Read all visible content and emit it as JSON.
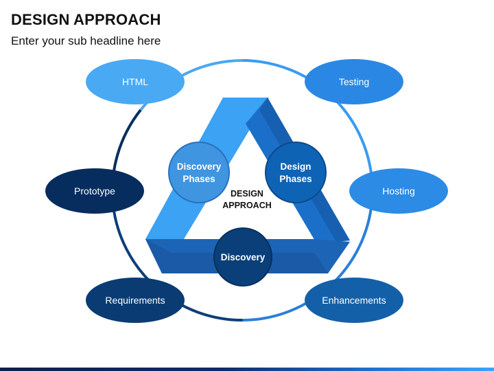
{
  "header": {
    "title": "DESIGN APPROACH",
    "subtitle": "Enter your sub headline here"
  },
  "center": {
    "line1": "DESIGN",
    "line2": "APPROACH"
  },
  "inner_circles": {
    "discovery_phases": {
      "line1": "Discovery",
      "line2": "Phases"
    },
    "design_phases": {
      "line1": "Design",
      "line2": "Phases"
    },
    "discovery": {
      "label": "Discovery"
    }
  },
  "outer_items": {
    "html": "HTML",
    "testing": "Testing",
    "prototype": "Prototype",
    "hosting": "Hosting",
    "requirements": "Requirements",
    "enhancements": "Enhancements"
  },
  "colors": {
    "light_blue": "#4aa8f2",
    "mid_blue": "#1e78cf",
    "dark_blue": "#0e3f78",
    "navy": "#062d5e"
  }
}
